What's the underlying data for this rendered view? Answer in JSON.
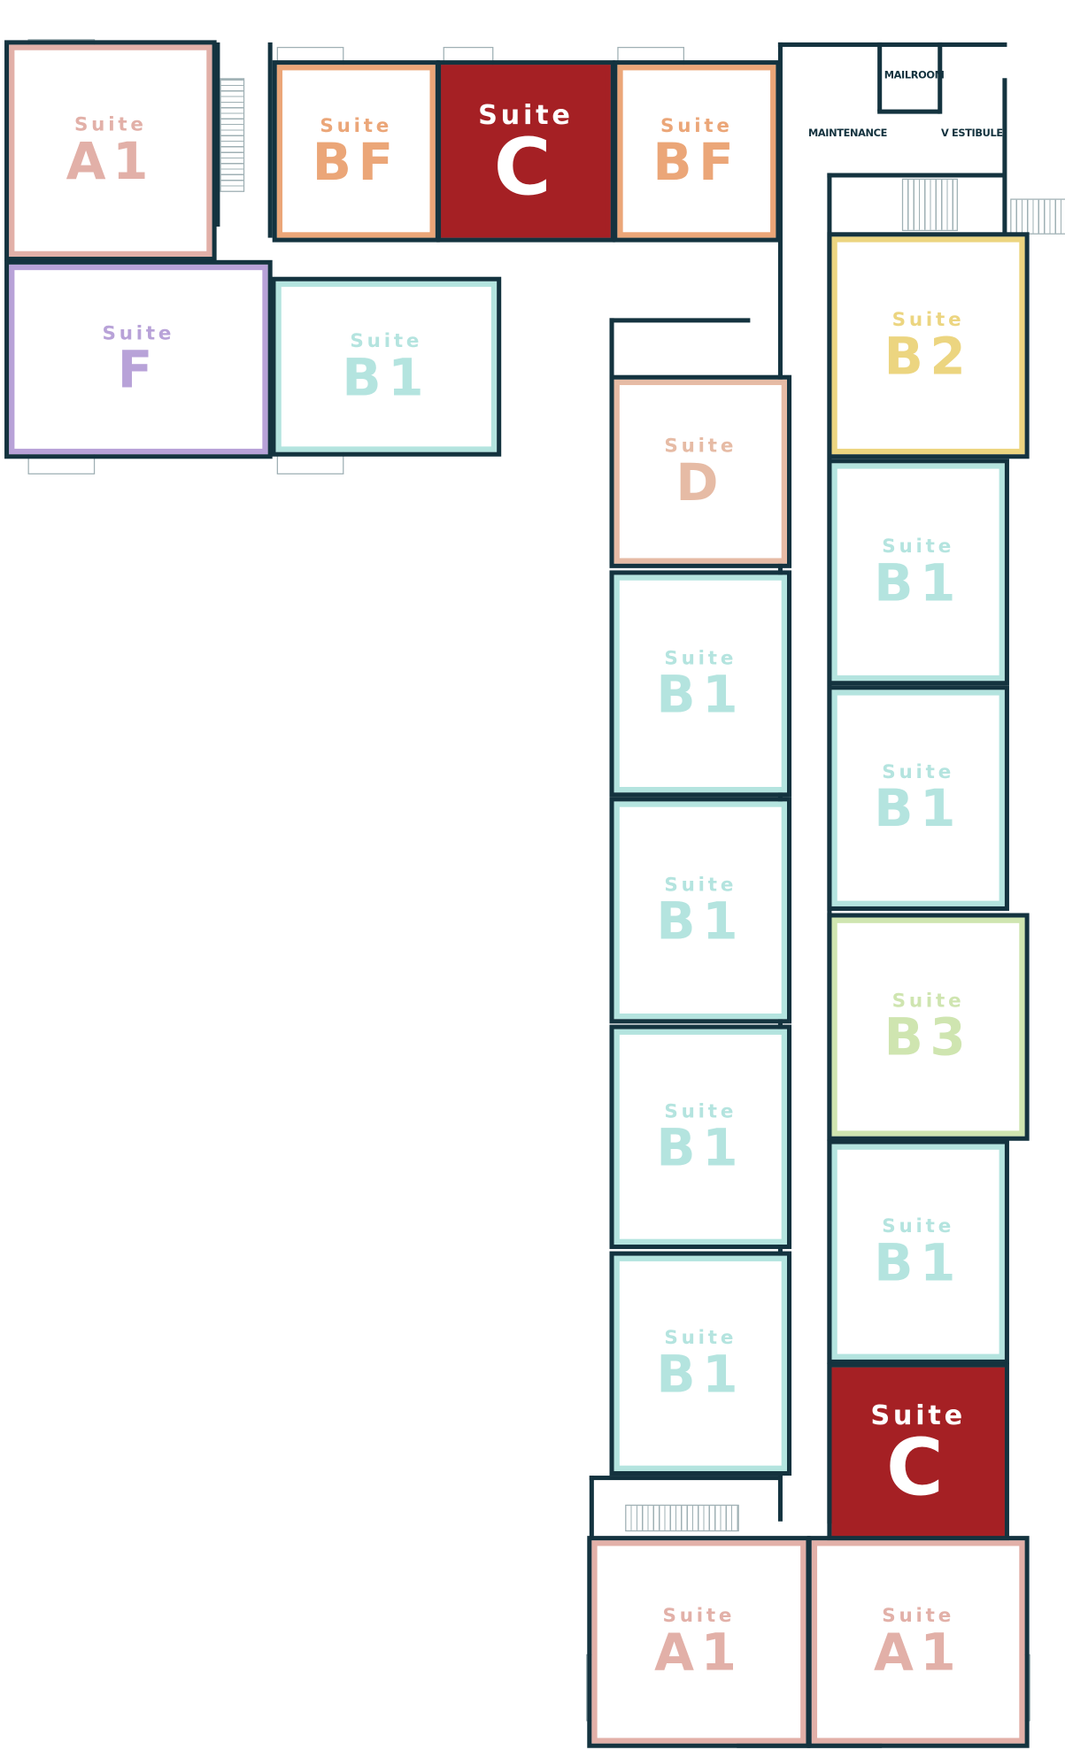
{
  "suite_word": "Suite",
  "suites": [
    {
      "code": "A1",
      "color": "#e2b0a8"
    },
    {
      "code": "BF",
      "color": "#eba678"
    },
    {
      "code": "C",
      "color": "#a52024",
      "filled": true
    },
    {
      "code": "BF",
      "color": "#eba678"
    },
    {
      "code": "F",
      "color": "#b8a2d8"
    },
    {
      "code": "B1",
      "color": "#b4e4df"
    },
    {
      "code": "B2",
      "color": "#ecd580"
    },
    {
      "code": "D",
      "color": "#e6bba5"
    },
    {
      "code": "B1",
      "color": "#b4e4df"
    },
    {
      "code": "B1",
      "color": "#b4e4df"
    },
    {
      "code": "B1",
      "color": "#b4e4df"
    },
    {
      "code": "B1",
      "color": "#b4e4df"
    },
    {
      "code": "B1",
      "color": "#b4e4df"
    },
    {
      "code": "B1",
      "color": "#b4e4df"
    },
    {
      "code": "B3",
      "color": "#cfe5b0"
    },
    {
      "code": "B1",
      "color": "#b4e4df"
    },
    {
      "code": "C",
      "color": "#a52024",
      "filled": true
    },
    {
      "code": "A1",
      "color": "#e2b0a8"
    },
    {
      "code": "A1",
      "color": "#e2b0a8"
    }
  ],
  "rooms": {
    "mailroom": "MAILROOM",
    "maintenance": "MAINTENANCE",
    "vestibule": "V ESTIBULE"
  },
  "colors": {
    "wall": "#14333f"
  }
}
